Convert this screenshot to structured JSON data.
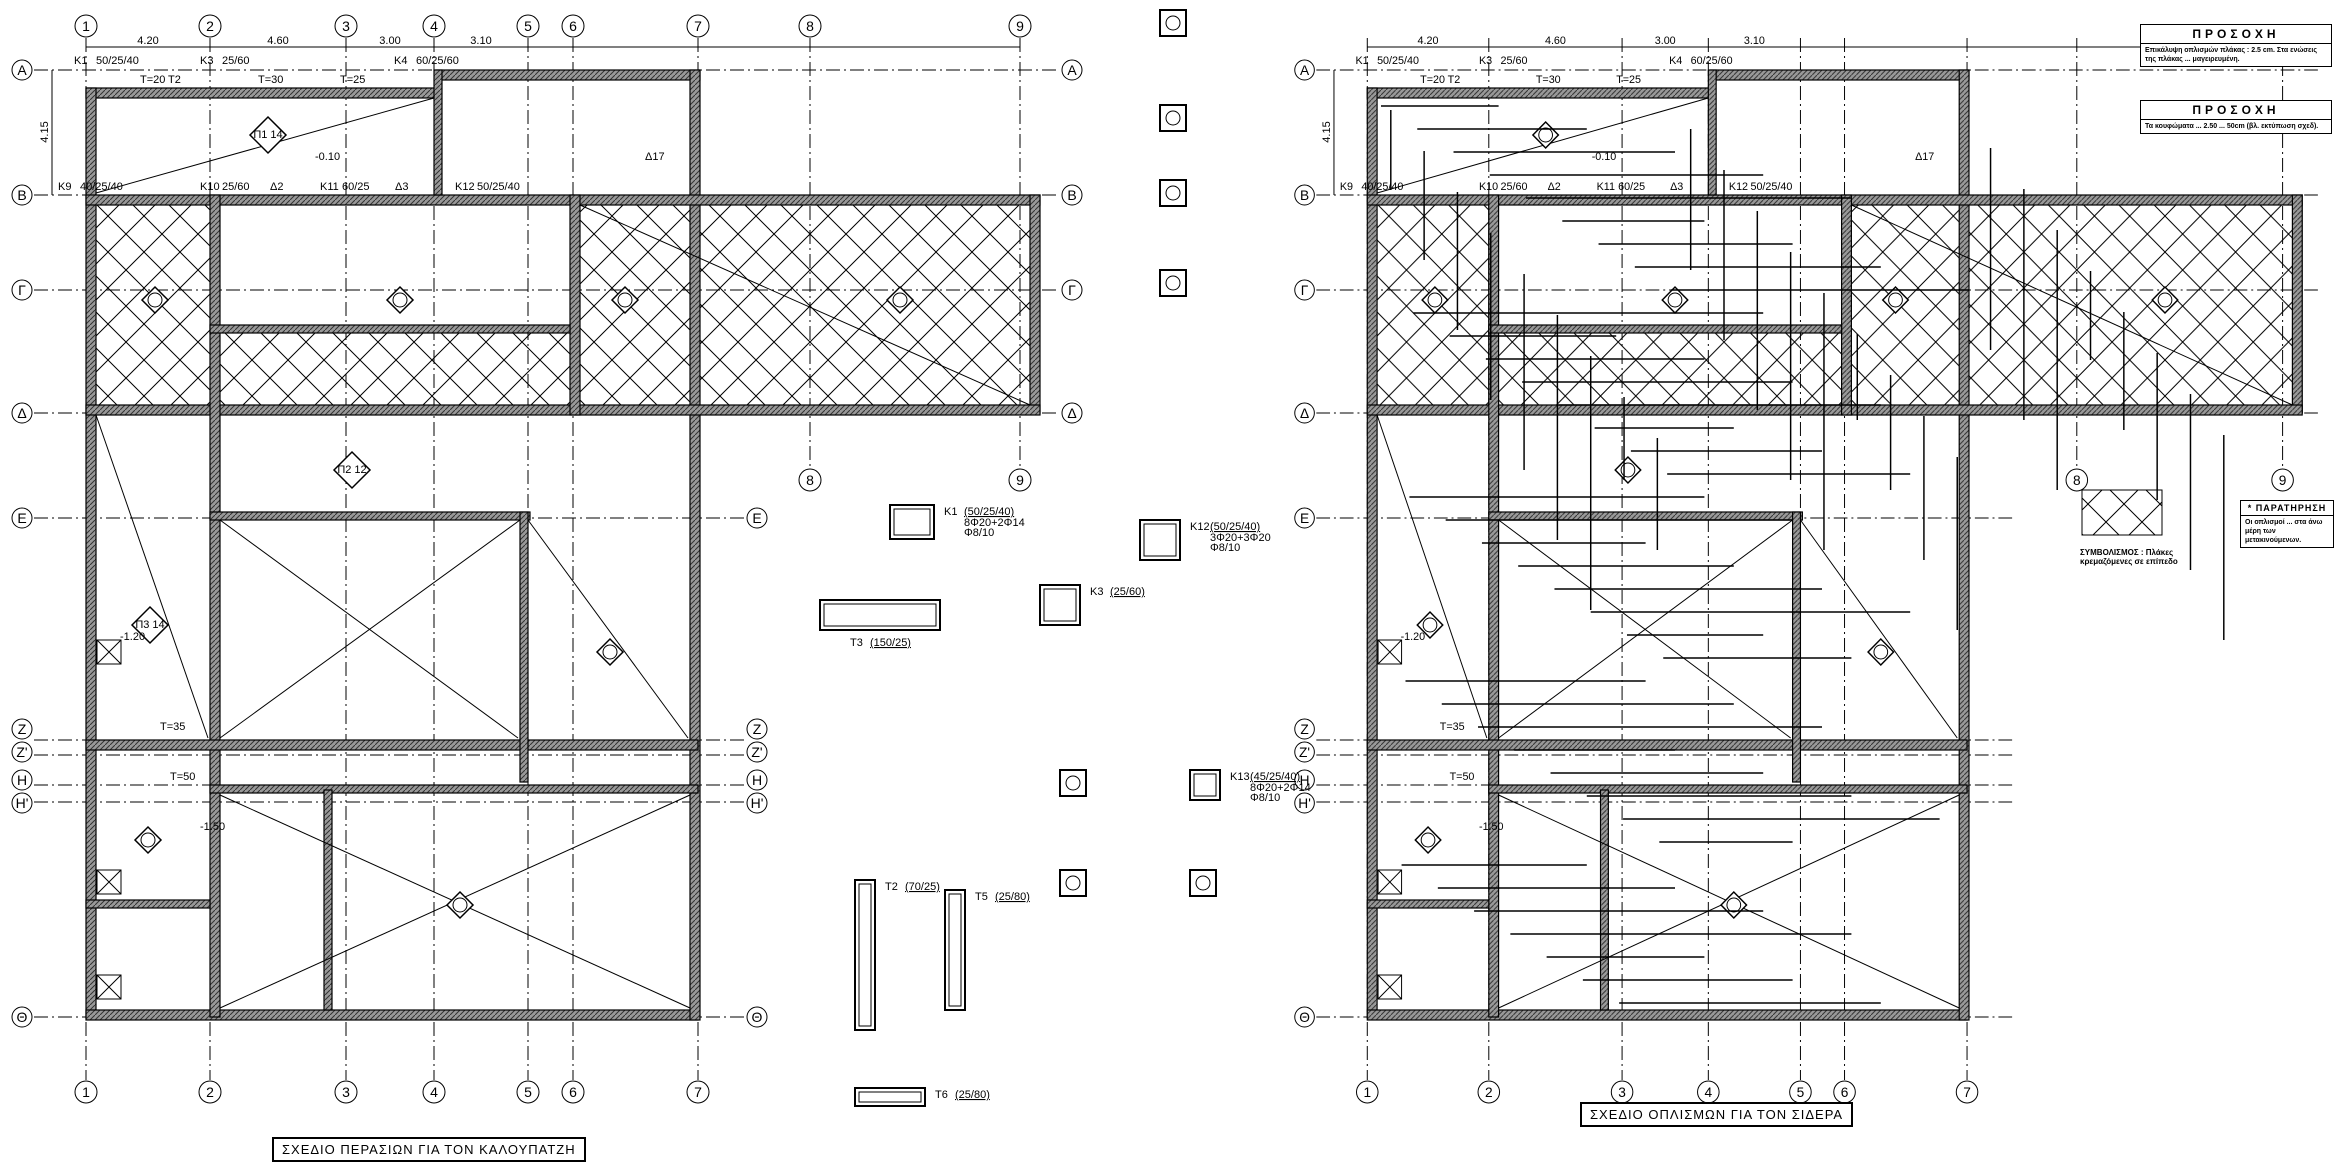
{
  "titles": {
    "left_plan": "ΣΧΕΔΙΟ ΠΕΡΑΣΙΩΝ ΓΙΑ ΤΟΝ ΚΑΛΟΥΠΑΤΖΗ",
    "right_plan": "ΣΧΕΔΙΟ ΟΠΛΙΣΜΩΝ ΓΙΑ ΤΟΝ ΣΙΔΕΡΑ"
  },
  "grid": {
    "columns": [
      "1",
      "2",
      "3",
      "4",
      "5",
      "6",
      "7",
      "8",
      "9"
    ],
    "rows": [
      "Α",
      "Β",
      "Γ",
      "Δ",
      "Ε",
      "Ζ",
      "Ζ'",
      "Η",
      "Η'",
      "Θ"
    ]
  },
  "dimensions": [
    "4.20",
    "4.60",
    "3.00",
    "3.10",
    "4.15"
  ],
  "column_labels": [
    {
      "name": "K1",
      "size": "50/25/40"
    },
    {
      "name": "K3",
      "size": "25/60"
    },
    {
      "name": "K4",
      "size": "60/25/60"
    },
    {
      "name": "K9",
      "size": "40/25/40"
    },
    {
      "name": "K10",
      "size": "25/60"
    },
    {
      "name": "K11",
      "size": "60/25"
    },
    {
      "name": "K12",
      "size": "50/25/40"
    }
  ],
  "beam_labels": [
    "T=20",
    "T2",
    "T=30",
    "T=25",
    "Δ2",
    "Δ3",
    "Δ17",
    "T=50",
    "T=35"
  ],
  "slab_marks": [
    "Π1 14",
    "Π2 12",
    "Π3 14"
  ],
  "level_marks": [
    "-0.10",
    "-1.50",
    "-1.20"
  ],
  "details": [
    {
      "name": "K1",
      "size": "(50/25/40)",
      "rebar": "8Φ20+2Φ14",
      "stirrups": "Φ8/10"
    },
    {
      "name": "K3",
      "size": "(25/60)",
      "rebar": "",
      "stirrups": ""
    },
    {
      "name": "T3",
      "size": "(150/25)",
      "rebar": "",
      "stirrups": ""
    },
    {
      "name": "K12",
      "size": "(50/25/40)",
      "rebar": "3Φ20+3Φ20",
      "stirrups": "Φ8/10"
    },
    {
      "name": "K13",
      "size": "(45/25/40)",
      "rebar": "8Φ20+2Φ14",
      "stirrups": "Φ8/10"
    },
    {
      "name": "T2",
      "size": "(70/25)",
      "rebar": "",
      "stirrups": ""
    },
    {
      "name": "T5",
      "size": "(25/80)",
      "rebar": "",
      "stirrups": ""
    },
    {
      "name": "T6",
      "size": "(25/80)",
      "rebar": "",
      "stirrups": ""
    }
  ],
  "notes": [
    {
      "heading": "ΠΡΟΣΟΧΗ",
      "body": "Επικάλυψη οπλισμών πλάκας : 2.5 cm. Στα ενώσεις της πλάκας ... μαγειρευμένη."
    },
    {
      "heading": "ΠΡΟΣΟΧΗ",
      "body": "Τα κουφώματα ... 2.50 ... 50cm (βλ. εκτύπωση σχεδ)."
    },
    {
      "heading": "* ΠΑΡΑΤΗΡΗΣΗ",
      "body": "Οι οπλισμοί ... στα άνω μέρη των μετακινούμενων."
    }
  ],
  "legend": {
    "label": "ΣΥΜΒΟΛΙΣΜΟΣ : Πλάκες κρεμαζόμενες σε επίπεδο"
  }
}
